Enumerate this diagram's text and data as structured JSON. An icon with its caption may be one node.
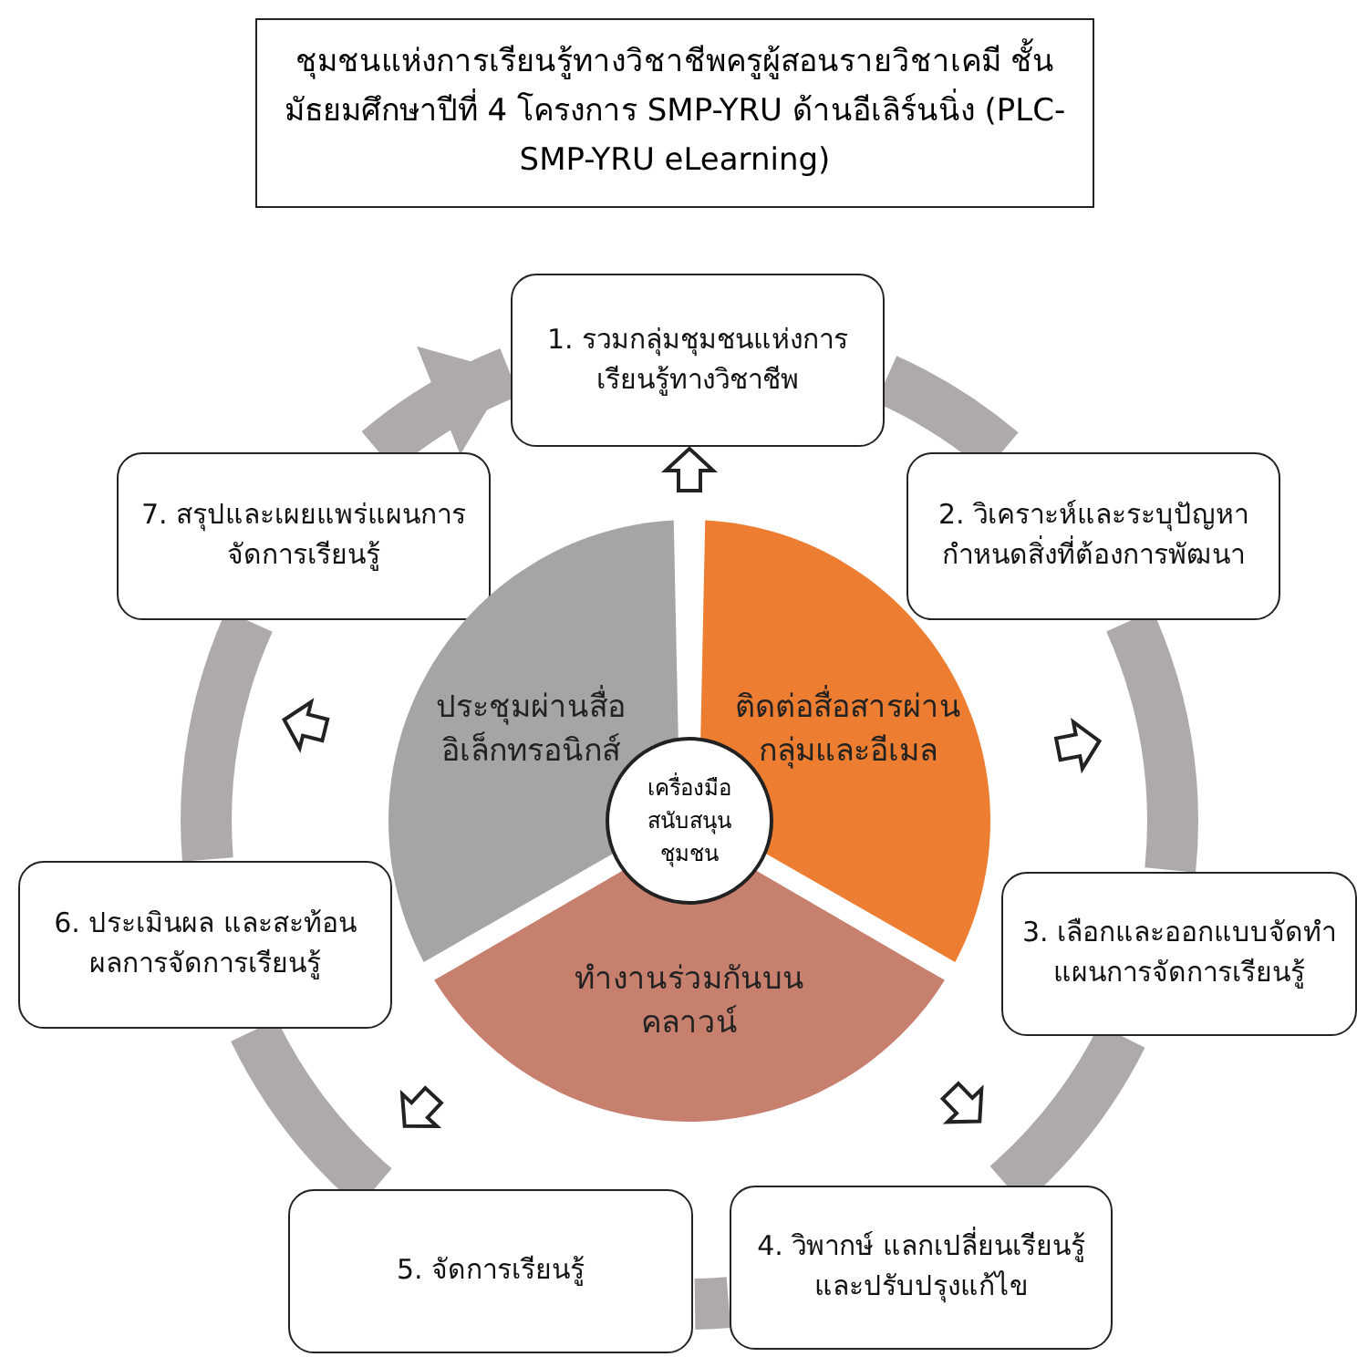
{
  "diagram": {
    "title": "ชุมชนแห่งการเรียนรู้ทางวิชาชีพครูผู้สอนรายวิชาเคมี ชั้นมัธยมศึกษาปีที่ 4 โครงการ SMP-YRU ด้านอีเลิร์นนิ่ง (PLC-SMP-YRU eLearning)",
    "nodes": [
      {
        "text": [
          "1. รวมกลุ่มชุมชนแห่งการเรียนรู้ทางวิชาชีพ"
        ]
      },
      {
        "text": [
          "2. วิเคราะห์และระบุปัญหากำหนดสิ่งที่ต้องการพัฒนา"
        ]
      },
      {
        "text": [
          "3. เลือกและออกแบบจัดทำแผนการจัดการเรียนรู้"
        ]
      },
      {
        "text": [
          "4. วิพากษ์ แลกเปลี่ยนเรียนรู้ และปรับปรุงแก้ไข"
        ]
      },
      {
        "text": [
          "5. จัดการเรียนรู้"
        ]
      },
      {
        "text": [
          "6. ประเมินผล และสะท้อนผลการจัดการเรียนรู้"
        ]
      },
      {
        "text": [
          "7. สรุปและเผยแพร่แผนการจัดการเรียนรู้"
        ]
      },
      {
        "text": [
          "ติดต่อสื่อสารผ่านกลุ่มและอีเมล"
        ]
      },
      {
        "text": [
          "ทำงานร่วมกันบนคลาวน์"
        ]
      },
      {
        "text": [
          "ประชุมผ่านสื่ออิเล็กทรอนิกส์"
        ]
      },
      {
        "text": [
          "เครื่องมือสนับสนุนชุมชน"
        ]
      }
    ],
    "edges": [
      {
        "from": 0,
        "to": 1,
        "arrow": "none"
      },
      {
        "from": 1,
        "to": 2,
        "arrow": "none"
      },
      {
        "from": 2,
        "to": 3,
        "arrow": "none"
      },
      {
        "from": 3,
        "to": 4,
        "arrow": "none"
      },
      {
        "from": 4,
        "to": 5,
        "arrow": "none"
      },
      {
        "from": 5,
        "to": 6,
        "arrow": "none"
      },
      {
        "from": 6,
        "to": 0,
        "arrow": "to"
      },
      {
        "from": 7,
        "to": 0,
        "arrow": "to"
      },
      {
        "from": 8,
        "to": 2,
        "arrow": "to"
      },
      {
        "from": 8,
        "to": 5,
        "arrow": "to"
      }
    ]
  }
}
